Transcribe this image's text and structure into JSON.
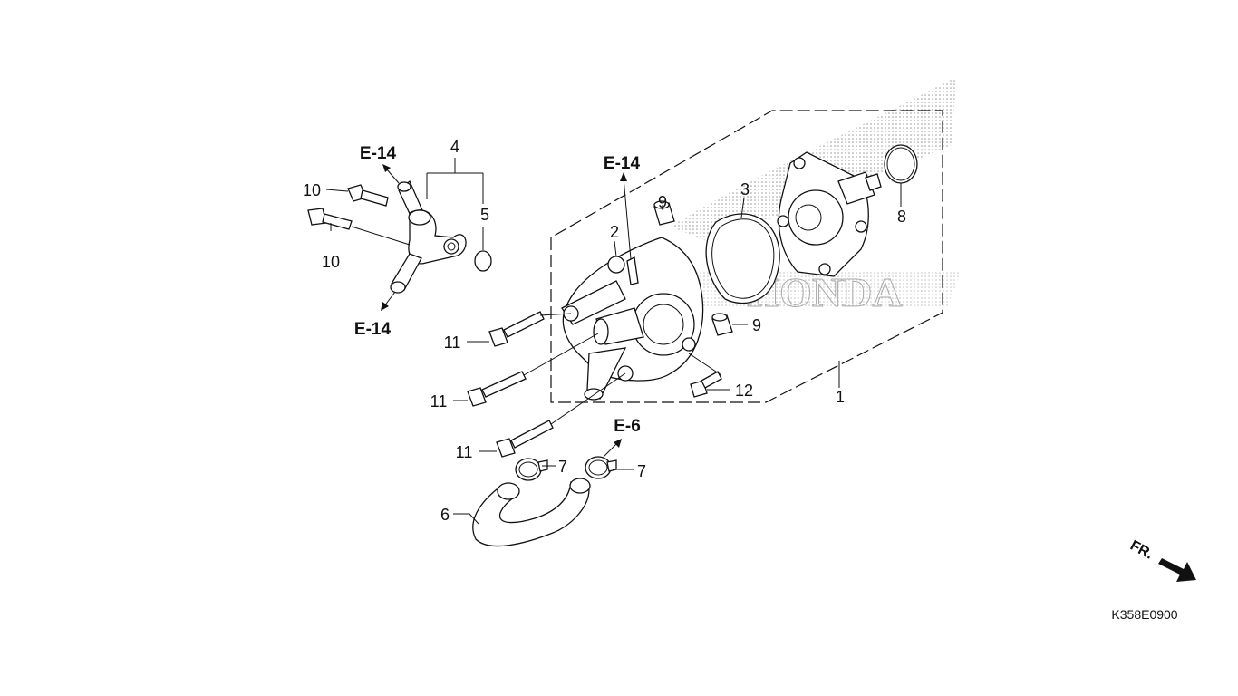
{
  "diagram": {
    "catalog_code": "K358E0900",
    "front_marker": "FR.",
    "references": {
      "e14_top_left": "E-14",
      "e14_bottom_left": "E-14",
      "e14_center": "E-14",
      "e6": "E-6"
    },
    "callouts": {
      "n1": "1",
      "n2": "2",
      "n3": "3",
      "n4": "4",
      "n5": "5",
      "n6": "6",
      "n7a": "7",
      "n7b": "7",
      "n8": "8",
      "n9a": "9",
      "n9b": "9",
      "n10a": "10",
      "n10b": "10",
      "n11a": "11",
      "n11b": "11",
      "n11c": "11",
      "n12": "12"
    },
    "watermark": "HONDA"
  }
}
